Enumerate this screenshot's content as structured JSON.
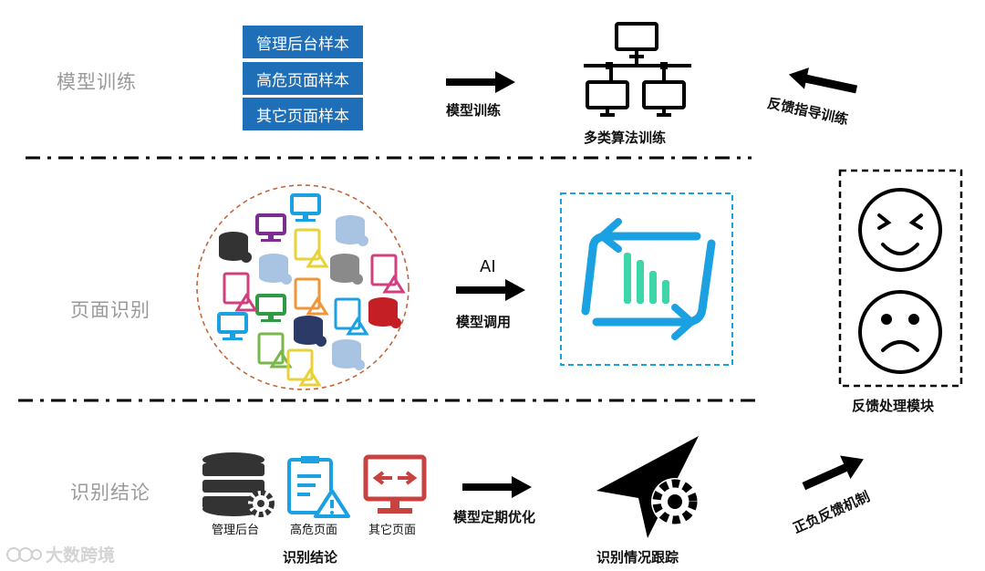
{
  "rows": {
    "train": "模型训练",
    "identify": "页面识别",
    "conclusion": "识别结论"
  },
  "samples": [
    "管理后台样本",
    "高危页面样本",
    "其它页面样本"
  ],
  "arrows": {
    "train": "模型训练",
    "ai": "AI",
    "call": "模型调用",
    "optimize": "模型定期优化"
  },
  "network_caption": "多类算法训练",
  "feedback_train": "反馈指导训练",
  "feedback_module": "反馈处理模块",
  "positive_feedback": "正负反馈机制",
  "icons": {
    "admin": "管理后台",
    "risk": "高危页面",
    "other": "其它页面"
  },
  "conclusion_caption": "识别结论",
  "tracking_caption": "识别情况跟踪",
  "watermark": "大数跨境",
  "colors": {
    "sample_blue": "#1f6fb8",
    "cyan": "#1ba1e2",
    "teal": "#3cd6a8",
    "dashed_circle": "#c0673a",
    "red": "#c8423f"
  }
}
